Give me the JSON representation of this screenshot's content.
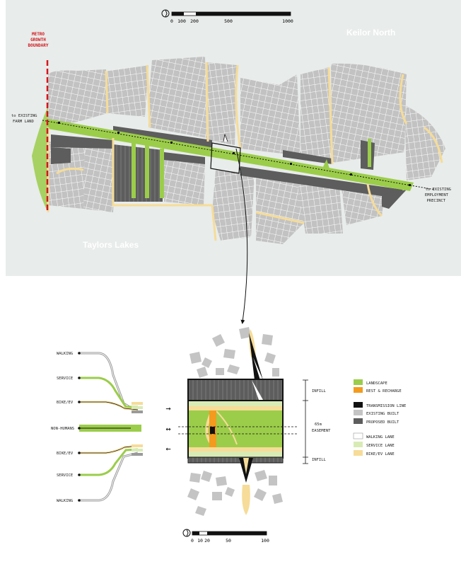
{
  "top_map": {
    "scale_ticks": [
      "0",
      "100",
      "200",
      "500",
      "1000"
    ],
    "boundary_label": [
      "METRO",
      "GROWTH",
      "BOUNDARY"
    ],
    "left_link": [
      "to EXISTING",
      "FARM LAND"
    ],
    "right_link": [
      "to EXISTING",
      "EMPLOYMENT",
      "PRECINCT"
    ],
    "place_north": "Keilor North",
    "place_south": "Taylors Lakes"
  },
  "section": {
    "lanes_left": [
      "WALKING",
      "SERVICE",
      "BIKE/EV",
      "NON-HUMANS",
      "BIKE/EV",
      "SERVICE",
      "WALKING"
    ],
    "zones": [
      "INFILL",
      "65m",
      "EASEMENT",
      "INFILL"
    ],
    "arrows": [
      "→",
      "↔",
      "←"
    ]
  },
  "legend": [
    {
      "label": "LANDSCAPE",
      "color": "#9bcd4a"
    },
    {
      "label": "REST & RECHARGE",
      "color": "#f39b1e"
    },
    {
      "label": "TRANSMISSION LINE",
      "color": "#111111"
    },
    {
      "label": "EXISTING BUILT",
      "color": "#c4c4c4"
    },
    {
      "label": "PROPOSED BUILT",
      "color": "#5d5d5d"
    },
    {
      "label": "WALKING LANE",
      "color": "#ffffff"
    },
    {
      "label": "SERVICE LANE",
      "color": "#d8ebb5"
    },
    {
      "label": "BIKE/EV LANE",
      "color": "#f6dc98"
    }
  ],
  "bottom_scale_ticks": [
    "0",
    "10",
    "20",
    "50",
    "100"
  ],
  "colors": {
    "map_bg": "#e8ecea",
    "landscape": "#9bcd4a",
    "path": "#f6dc98",
    "boundary": "#d4161c"
  }
}
